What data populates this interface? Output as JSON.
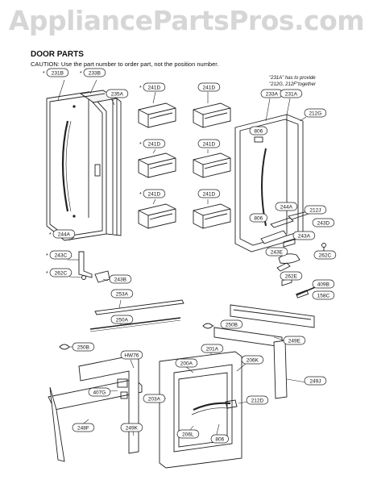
{
  "watermark": "AppliancePartsPros.com",
  "section_title": "DOOR PARTS",
  "caution": "CAUTION: Use the part number to order part, not the position number.",
  "note": [
    "\"231A\" has to provide",
    "\"212G, 212F\"together"
  ],
  "labels": [
    {
      "id": "l231B",
      "text": "231B"
    },
    {
      "id": "l233B",
      "text": "233B"
    },
    {
      "id": "l235A",
      "text": "235A"
    },
    {
      "id": "l241D_1",
      "text": "241D"
    },
    {
      "id": "l241D_2",
      "text": "241D"
    },
    {
      "id": "l241D_3",
      "text": "241D"
    },
    {
      "id": "l241D_4",
      "text": "241D"
    },
    {
      "id": "l241D_5",
      "text": "241D"
    },
    {
      "id": "l241D_6",
      "text": "241D"
    },
    {
      "id": "l233A",
      "text": "233A"
    },
    {
      "id": "l231A",
      "text": "231A"
    },
    {
      "id": "l212G",
      "text": "212G"
    },
    {
      "id": "l806a",
      "text": "806"
    },
    {
      "id": "l806b",
      "text": "806"
    },
    {
      "id": "l244A_r",
      "text": "244A"
    },
    {
      "id": "l212J",
      "text": "212J"
    },
    {
      "id": "l243D",
      "text": "243D"
    },
    {
      "id": "l243A",
      "text": "243A"
    },
    {
      "id": "l243E",
      "text": "243E"
    },
    {
      "id": "l262Cr",
      "text": "262C"
    },
    {
      "id": "l262E",
      "text": "262E"
    },
    {
      "id": "l409B",
      "text": "409B"
    },
    {
      "id": "l158C",
      "text": "158C"
    },
    {
      "id": "l244A_l",
      "text": "244A"
    },
    {
      "id": "l243C",
      "text": "243C"
    },
    {
      "id": "l262Cl",
      "text": "262C"
    },
    {
      "id": "l243B",
      "text": "243B"
    },
    {
      "id": "l253A",
      "text": "253A"
    },
    {
      "id": "l250A",
      "text": "250A"
    },
    {
      "id": "l250B_l",
      "text": "250B"
    },
    {
      "id": "l250B_r",
      "text": "250B"
    },
    {
      "id": "l249E",
      "text": "249E"
    },
    {
      "id": "l201A",
      "text": "201A"
    },
    {
      "id": "l200A",
      "text": "200A"
    },
    {
      "id": "l206K",
      "text": "206K"
    },
    {
      "id": "l249J",
      "text": "249J"
    },
    {
      "id": "lHW76",
      "text": "HW76"
    },
    {
      "id": "l407G",
      "text": "407G"
    },
    {
      "id": "l248F",
      "text": "248F"
    },
    {
      "id": "l249K",
      "text": "249K"
    },
    {
      "id": "l203A",
      "text": "203A"
    },
    {
      "id": "l206L",
      "text": "206L"
    },
    {
      "id": "l806c",
      "text": "806"
    },
    {
      "id": "l212D",
      "text": "212D"
    }
  ]
}
